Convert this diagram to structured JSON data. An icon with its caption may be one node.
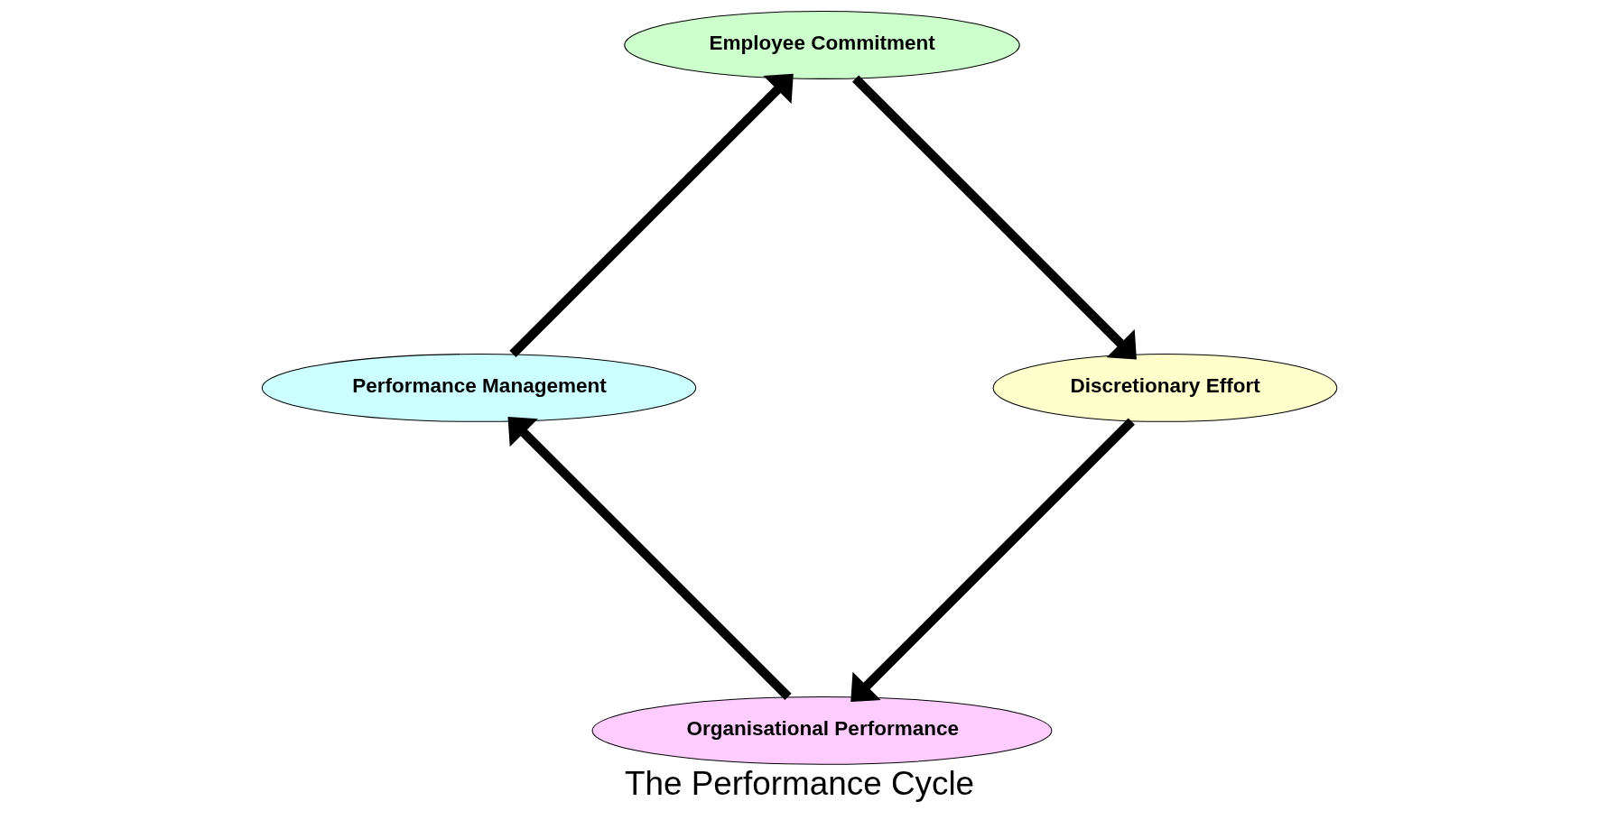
{
  "diagram": {
    "title": "The Performance Cycle",
    "nodes": [
      {
        "text": [
          "Organisational Performance"
        ]
      },
      {
        "text": [
          "Performance Management"
        ]
      },
      {
        "text": [
          "Employee Commitment"
        ]
      },
      {
        "text": [
          "Discretionary Effort"
        ]
      }
    ],
    "edges": [
      {
        "from": 0,
        "to": 1,
        "arrow": "to"
      },
      {
        "from": 1,
        "to": 2,
        "arrow": "to"
      },
      {
        "from": 2,
        "to": 3,
        "arrow": "to"
      },
      {
        "from": 3,
        "to": 0,
        "arrow": "to"
      }
    ]
  }
}
